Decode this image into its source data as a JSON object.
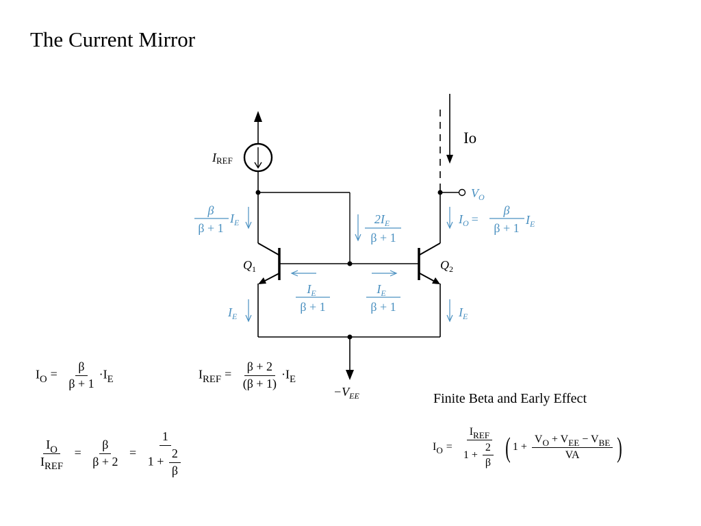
{
  "slide": {
    "title": "The Current Mirror"
  },
  "circuit": {
    "iref_label": "I",
    "iref_sub": "REF",
    "io_side_label": "Io",
    "vo_label": "V",
    "vo_sub": "O",
    "q1_label": "Q",
    "q1_sub": "1",
    "q2_label": "Q",
    "q2_sub": "2",
    "vee_label": "−V",
    "vee_sub": "EE",
    "beta": "β",
    "beta_plus_1": "β + 1",
    "ie": "I",
    "ie_sub": "E",
    "two_ie": "2I",
    "io_eq_prefix": "I",
    "io_eq_sub": "O",
    "equals": "="
  },
  "equations": {
    "io": {
      "lhs": "I",
      "lhs_sub": "O",
      "num": "β",
      "den": "β + 1",
      "rhs": "I",
      "rhs_sub": "E"
    },
    "iref": {
      "lhs": "I",
      "lhs_sub": "REF",
      "num": "β + 2",
      "den": "β + 1",
      "rhs": "I",
      "rhs_sub": "E"
    },
    "ratio": {
      "num_l": "I",
      "num_l_sub": "O",
      "den_l": "I",
      "den_l_sub": "REF",
      "mid_num": "β",
      "mid_den": "β + 2",
      "r_num": "1",
      "r_den_a": "1 +",
      "r_den_num": "2",
      "r_den_den": "β"
    },
    "finite_title": "Finite Beta and Early Effect",
    "finite": {
      "lhs": "I",
      "lhs_sub": "O",
      "iref": "I",
      "iref_sub": "REF",
      "den_a": "1 +",
      "den_num": "2",
      "den_den": "β",
      "paren_a": "1 +",
      "vo": "V",
      "vo_sub": "O",
      "vee": "V",
      "vee_sub": "EE",
      "vbe": "V",
      "vbe_sub": "BE",
      "va": "VA"
    }
  },
  "colors": {
    "annotation": "#4a90c0",
    "wire": "#000000"
  }
}
